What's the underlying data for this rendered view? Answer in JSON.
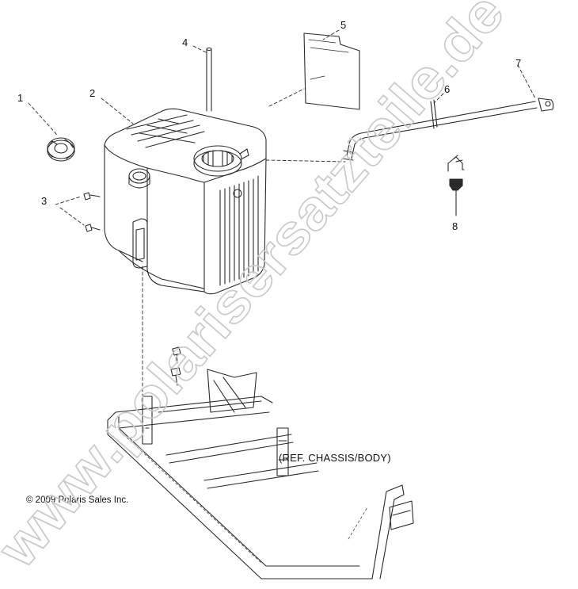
{
  "callouts": [
    {
      "id": "1",
      "label": "1"
    },
    {
      "id": "2",
      "label": "2"
    },
    {
      "id": "3",
      "label": "3"
    },
    {
      "id": "4",
      "label": "4"
    },
    {
      "id": "5",
      "label": "5"
    },
    {
      "id": "6",
      "label": "6"
    },
    {
      "id": "7",
      "label": "7"
    },
    {
      "id": "8",
      "label": "8"
    }
  ],
  "reference_label": "(REF. CHASSIS/BODY)",
  "copyright": "© 2009 Polaris Sales Inc.",
  "watermark": "www.polarisersatzteile.de",
  "colors": {
    "line": "#2a2a2a",
    "watermark": "#c9c9c9"
  }
}
